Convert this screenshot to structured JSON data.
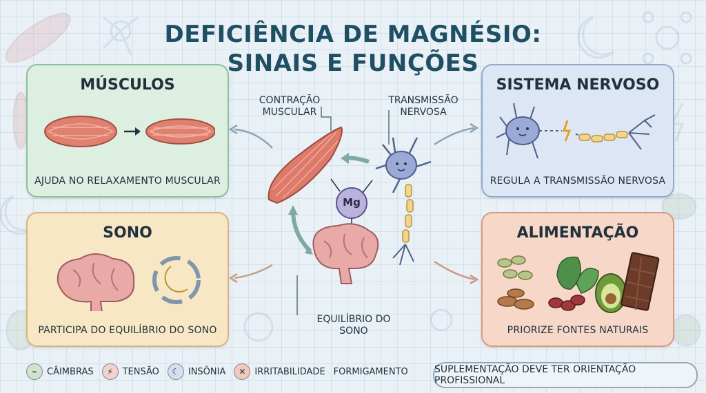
{
  "title_line1": "DEFICIÊNCIA DE MAGNÉSIO:",
  "title_line2": "SINAIS E FUNÇÕES",
  "panels": {
    "musculos": {
      "title": "MÚSCULOS",
      "caption": "AJUDA NO RELAXAMENTO MUSCULAR"
    },
    "sistema": {
      "title": "SISTEMA NERVOSO",
      "caption": "REGULA A TRANSMISSÃO NERVOSA"
    },
    "sono": {
      "title": "SONO",
      "caption": "PARTICIPA DO EQUILÍBRIO DO SONO"
    },
    "alimentacao": {
      "title": "ALIMENTAÇÃO",
      "caption": "PRIORIZE FONTES NATURAIS"
    }
  },
  "center": {
    "contracao": "CONTRAÇÃO MUSCULAR",
    "transmissao": "TRANSMISSÃO NERVOSA",
    "equilibrio": "EQUILÍBRIO DO SONO",
    "mg": "Mg"
  },
  "legend": [
    {
      "label": "CÂIMBRAS",
      "icon": "muscle-icon"
    },
    {
      "label": "TENSÃO",
      "icon": "tension-icon"
    },
    {
      "label": "INSÔNIA",
      "icon": "moon-icon"
    },
    {
      "label": "IRRITABILIDADE",
      "icon": "irritation-icon"
    },
    {
      "label": "FORMIGAMENTO",
      "icon": ""
    }
  ],
  "note": "SUPLEMENTAÇÃO DEVE TER ORIENTAÇÃO PROFISSIONAL",
  "colors": {
    "title": "#1e4f63",
    "muscle": "#d9786a",
    "neuron": "#9aa9d6",
    "mg": "#b9b2dc"
  }
}
